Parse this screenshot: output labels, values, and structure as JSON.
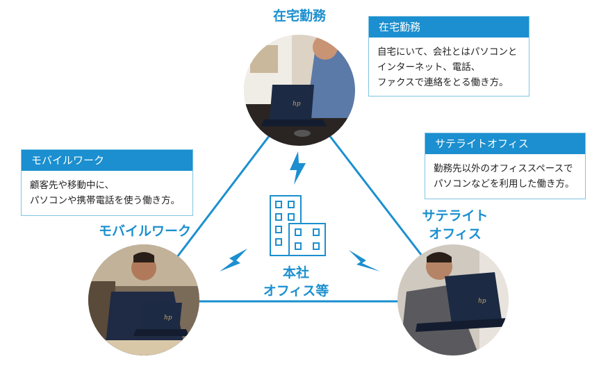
{
  "colors": {
    "accent": "#1b8fcf",
    "card_border": "#7ec4e4",
    "laptop": "#1c2a44"
  },
  "icons": [
    "lightning-bolt-icon",
    "office-building-icon",
    "hp-logo-icon"
  ],
  "nodes": {
    "home": {
      "label": "在宅勤務"
    },
    "mobile": {
      "label": "モバイルワーク"
    },
    "satellite": {
      "label_lines": [
        "サテライト",
        "オフィス"
      ]
    }
  },
  "center": {
    "label_lines": [
      "本社",
      "オフィス等"
    ]
  },
  "cards": {
    "home": {
      "title": "在宅勤務",
      "lines": [
        "自宅にいて、会社とはパソコンと",
        "インターネット、電話、",
        "ファクスで連絡をとる働き方。"
      ]
    },
    "mobile": {
      "title": "モバイルワーク",
      "lines": [
        "顧客先や移動中に、",
        "パソコンや携帯電話を使う働き方。"
      ]
    },
    "satellite": {
      "title": "サテライトオフィス",
      "lines": [
        "勤務先以外のオフィススペースで",
        "パソコンなどを利用した働き方。"
      ]
    }
  },
  "logo_text": "hp"
}
